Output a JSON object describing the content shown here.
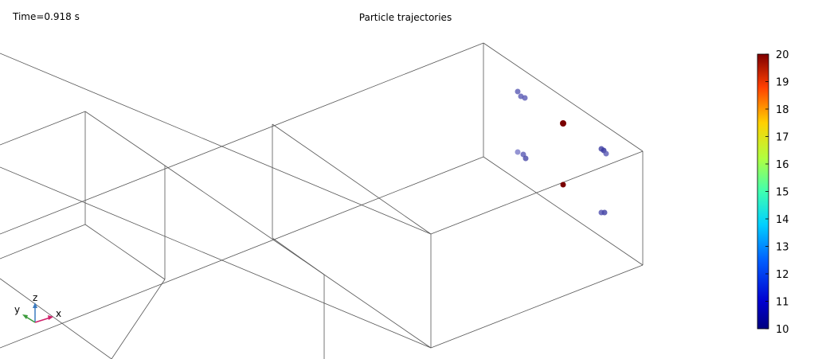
{
  "header": {
    "time_label": "Time=0.918 s",
    "title": "Particle trajectories"
  },
  "triad": {
    "x": "x",
    "y": "y",
    "z": "z"
  },
  "colorbar": {
    "min": 10,
    "max": 20,
    "ticks": [
      "10",
      "11",
      "12",
      "13",
      "14",
      "15",
      "16",
      "17",
      "18",
      "19",
      "20"
    ]
  },
  "colors": {
    "particle_low": "#5a5ab4",
    "particle_high": "#7a0000",
    "triad_x": "#d0206a",
    "triad_y": "#3a9a3a",
    "triad_z": "#3a7ac0"
  }
}
